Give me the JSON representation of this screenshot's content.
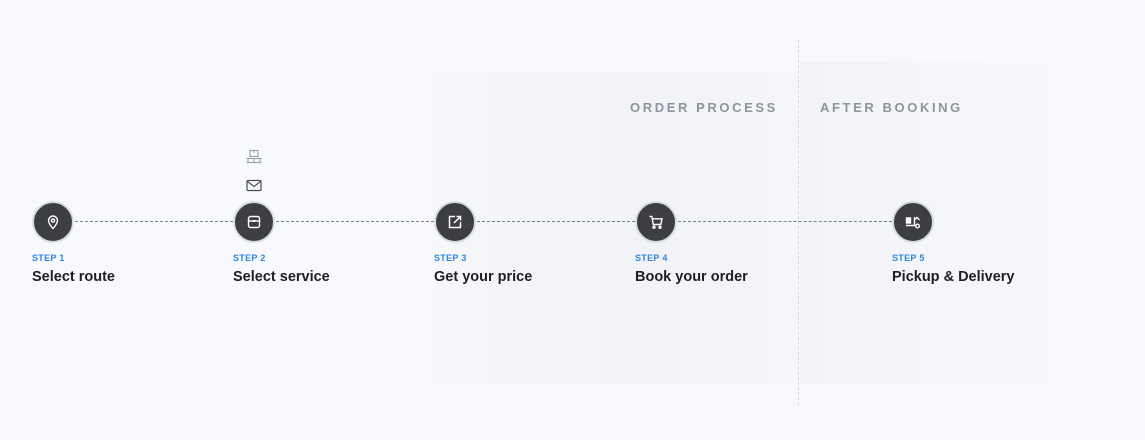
{
  "sections": {
    "order_process": "ORDER PROCESS",
    "after_booking": "AFTER BOOKING"
  },
  "steps": [
    {
      "number": "STEP 1",
      "title": "Select route",
      "icon": "map-pin-icon"
    },
    {
      "number": "STEP 2",
      "title": "Select service",
      "icon": "box-icon"
    },
    {
      "number": "STEP 3",
      "title": "Get your price",
      "icon": "external-link-icon"
    },
    {
      "number": "STEP 4",
      "title": "Book your order",
      "icon": "cart-icon"
    },
    {
      "number": "STEP 5",
      "title": "Pickup & Delivery",
      "icon": "delivery-truck-icon"
    }
  ],
  "service_options": [
    {
      "icon": "pallet-icon"
    },
    {
      "icon": "envelope-icon"
    }
  ],
  "colors": {
    "step_number": "#2e86de",
    "node_fill": "#3c3e44",
    "title": "#1d1f23",
    "section_label": "#8f949c"
  }
}
